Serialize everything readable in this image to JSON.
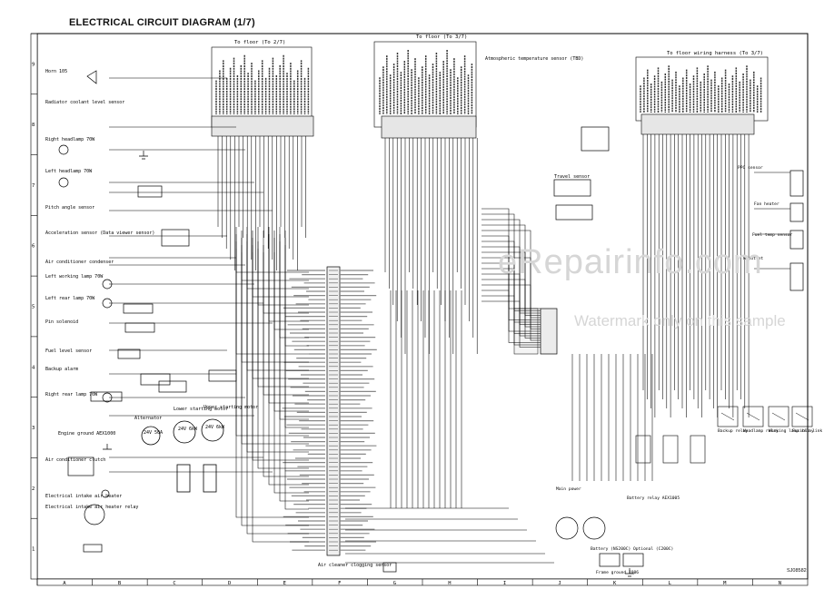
{
  "title": "ELECTRICAL CIRCUIT DIAGRAM (1/7)",
  "watermark": {
    "line1": "eRepairinfo.com",
    "line2": "Watermark only on this sample"
  },
  "document_code": "SJ08582",
  "grid": {
    "columns": [
      "A",
      "B",
      "C",
      "D",
      "E",
      "F",
      "G",
      "H",
      "I",
      "J",
      "K",
      "L",
      "M",
      "N"
    ],
    "rows": [
      "9",
      "8",
      "7",
      "6",
      "5",
      "4",
      "3",
      "2",
      "1"
    ]
  },
  "harness_labels": {
    "floor_2_7": "To floor (To 2/7)",
    "floor_3_7": "To floor (To 3/7)",
    "floor_wiring_3_7": "To floor wiring harness (To 3/7)"
  },
  "components_left": [
    {
      "id": "horn",
      "label": "Horn",
      "code": "105"
    },
    {
      "id": "radiator",
      "label": "Radiator coolant level sensor",
      "code": ""
    },
    {
      "id": "right-headlamp",
      "label": "Right headlamp 70W",
      "code": ""
    },
    {
      "id": "left-headlamp",
      "label": "Left headlamp 70W",
      "code": ""
    },
    {
      "id": "pitch-angle",
      "label": "Pitch angle sensor",
      "code": ""
    },
    {
      "id": "accel-sensor",
      "label": "Acceleration sensor (Data viewer sensor)",
      "code": ""
    },
    {
      "id": "ac-condenser",
      "label": "Air conditioner condenser",
      "code": ""
    },
    {
      "id": "left-working",
      "label": "Left working lamp 70W",
      "code": ""
    },
    {
      "id": "left-rear",
      "label": "Left rear lamp 70W",
      "code": ""
    },
    {
      "id": "pin-solenoid",
      "label": "Pin solenoid",
      "code": ""
    },
    {
      "id": "fuel-level",
      "label": "Fuel level sensor",
      "code": ""
    },
    {
      "id": "backup-alarm",
      "label": "Backup alarm",
      "code": ""
    },
    {
      "id": "right-rear",
      "label": "Right rear lamp 70W",
      "code": ""
    },
    {
      "id": "engine-ground",
      "label": "Engine ground",
      "code": "AEX1000"
    },
    {
      "id": "ac-clutch",
      "label": "Air conditioner clutch",
      "code": ""
    },
    {
      "id": "intake-heater",
      "label": "Electrical intake air heater",
      "code": ""
    },
    {
      "id": "intake-relay",
      "label": "Electrical intake air heater relay",
      "code": ""
    }
  ],
  "components_center": [
    {
      "id": "alternator",
      "label": "Alternator",
      "spec": "24V 50A"
    },
    {
      "id": "lower-starter",
      "label": "Lower starting motor",
      "spec": "24V 6kW"
    },
    {
      "id": "upper-starter",
      "label": "Upper starting motor",
      "spec": "24V 6kW"
    },
    {
      "id": "air-cleaner",
      "label": "Air cleaner clogging sensor",
      "spec": ""
    },
    {
      "id": "atm-sensor",
      "label": "Atmospheric temperature sensor (TBD)",
      "spec": ""
    },
    {
      "id": "travel-sensor",
      "label": "Travel sensor",
      "spec": ""
    }
  ],
  "components_right": [
    {
      "id": "pp-sensor",
      "label": "PPC sensor",
      "code": ""
    },
    {
      "id": "fan-heater",
      "label": "Fan heater",
      "code": ""
    },
    {
      "id": "fuel-temp",
      "label": "Fuel temp sensor",
      "code": ""
    },
    {
      "id": "m-outlet",
      "label": "M outlet",
      "code": ""
    },
    {
      "id": "backup-relay",
      "label": "Backup relay",
      "code": ""
    },
    {
      "id": "head-lamp-relay",
      "label": "Headlamp relay",
      "code": ""
    },
    {
      "id": "working-relay",
      "label": "Working lamp relay",
      "code": ""
    },
    {
      "id": "fusible-link",
      "label": "Fusible link",
      "code": ""
    },
    {
      "id": "main-power",
      "label": "Main power",
      "code": ""
    },
    {
      "id": "battery-relay",
      "label": "Battery relay",
      "code": "AEX1005"
    },
    {
      "id": "batteries",
      "label": "Battery (NS200C) Optional (C200C)",
      "code": ""
    },
    {
      "id": "ground-frame",
      "label": "Frame ground",
      "code": "1006"
    }
  ],
  "icons": {
    "ground": "ground-icon",
    "lamp": "lamp-icon",
    "motor": "motor-icon",
    "connector": "connector-icon",
    "relay": "relay-icon",
    "battery": "battery-icon"
  }
}
